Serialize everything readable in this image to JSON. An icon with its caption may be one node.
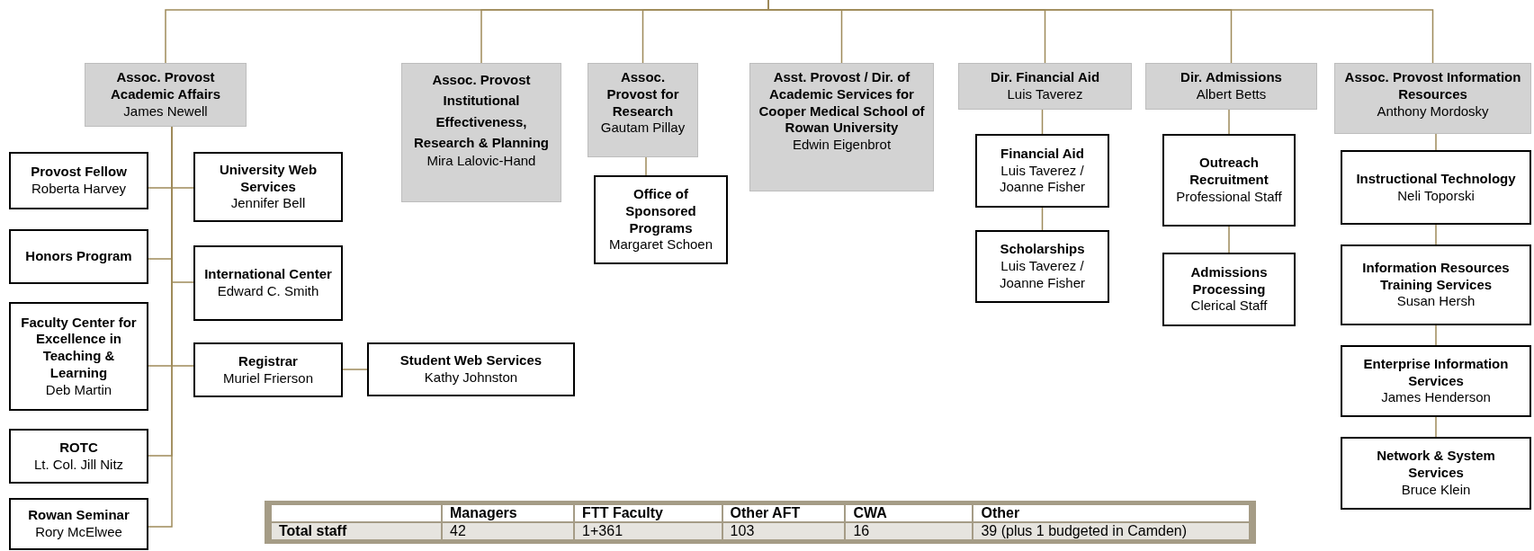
{
  "diagram": {
    "nodes": [
      {
        "text": [
          "Assoc. Provost Academic Affairs",
          "James Newell"
        ]
      },
      {
        "text": [
          "Assoc. Provost Institutional Effectiveness, Research & Planning",
          "Mira Lalovic-Hand"
        ]
      },
      {
        "text": [
          "Assoc. Provost for Research",
          "Gautam Pillay"
        ]
      },
      {
        "text": [
          "Asst. Provost / Dir. of Academic Services for Cooper Medical School of Rowan University",
          "Edwin Eigenbrot"
        ]
      },
      {
        "text": [
          "Dir. Financial Aid",
          "Luis Taverez"
        ]
      },
      {
        "text": [
          "Dir. Admissions",
          "Albert Betts"
        ]
      },
      {
        "text": [
          "Assoc. Provost Information Resources",
          "Anthony Mordosky"
        ]
      },
      {
        "text": [
          "Provost Fellow",
          "Roberta Harvey"
        ]
      },
      {
        "text": [
          "University Web Services",
          "Jennifer Bell"
        ]
      },
      {
        "text": [
          "Honors Program"
        ]
      },
      {
        "text": [
          "International Center",
          "Edward C. Smith"
        ]
      },
      {
        "text": [
          "Faculty Center for Excellence in Teaching & Learning",
          "Deb Martin"
        ]
      },
      {
        "text": [
          "Registrar",
          "Muriel Frierson"
        ]
      },
      {
        "text": [
          "Student Web Services",
          "Kathy Johnston"
        ]
      },
      {
        "text": [
          "ROTC",
          "Lt. Col. Jill Nitz"
        ]
      },
      {
        "text": [
          "Rowan Seminar",
          "Rory McElwee"
        ]
      },
      {
        "text": [
          "Office of Sponsored Programs",
          "Margaret Schoen"
        ]
      },
      {
        "text": [
          "Financial Aid",
          "Luis Taverez / Joanne Fisher"
        ]
      },
      {
        "text": [
          "Scholarships",
          "Luis Taverez / Joanne Fisher"
        ]
      },
      {
        "text": [
          "Outreach Recruitment",
          "Professional Staff"
        ]
      },
      {
        "text": [
          "Admissions Processing",
          "Clerical Staff"
        ]
      },
      {
        "text": [
          "Instructional Technology",
          "Neli Toporski"
        ]
      },
      {
        "text": [
          "Information Resources Training Services",
          "Susan Hersh"
        ]
      },
      {
        "text": [
          "Enterprise Information Services",
          "James Henderson"
        ]
      },
      {
        "text": [
          "Network & System Services",
          "Bruce Klein"
        ]
      }
    ],
    "edges": [
      {
        "from": null,
        "to": 0,
        "arrow": "none"
      },
      {
        "from": null,
        "to": 1,
        "arrow": "none"
      },
      {
        "from": null,
        "to": 2,
        "arrow": "none"
      },
      {
        "from": null,
        "to": 3,
        "arrow": "none"
      },
      {
        "from": null,
        "to": 4,
        "arrow": "none"
      },
      {
        "from": null,
        "to": 5,
        "arrow": "none"
      },
      {
        "from": null,
        "to": 6,
        "arrow": "none"
      },
      {
        "from": 0,
        "to": 7,
        "arrow": "none"
      },
      {
        "from": 0,
        "to": 8,
        "arrow": "none"
      },
      {
        "from": 0,
        "to": 9,
        "arrow": "none"
      },
      {
        "from": 0,
        "to": 10,
        "arrow": "none"
      },
      {
        "from": 0,
        "to": 11,
        "arrow": "none"
      },
      {
        "from": 0,
        "to": 12,
        "arrow": "none"
      },
      {
        "from": 12,
        "to": 13,
        "arrow": "none"
      },
      {
        "from": 0,
        "to": 14,
        "arrow": "none"
      },
      {
        "from": 0,
        "to": 15,
        "arrow": "none"
      },
      {
        "from": 2,
        "to": 16,
        "arrow": "none"
      },
      {
        "from": 4,
        "to": 17,
        "arrow": "none"
      },
      {
        "from": 17,
        "to": 18,
        "arrow": "none"
      },
      {
        "from": 5,
        "to": 19,
        "arrow": "none"
      },
      {
        "from": 19,
        "to": 20,
        "arrow": "none"
      },
      {
        "from": 6,
        "to": 21,
        "arrow": "none"
      },
      {
        "from": 21,
        "to": 22,
        "arrow": "none"
      },
      {
        "from": 22,
        "to": 23,
        "arrow": "none"
      },
      {
        "from": 23,
        "to": 24,
        "arrow": "none"
      }
    ],
    "labels": [
      "Managers",
      "FTT Faculty",
      "Other AFT",
      "CWA",
      "Other",
      "Total staff",
      "42",
      "1+361",
      "103",
      "16",
      "39 (plus 1 budgeted in Camden)"
    ]
  }
}
